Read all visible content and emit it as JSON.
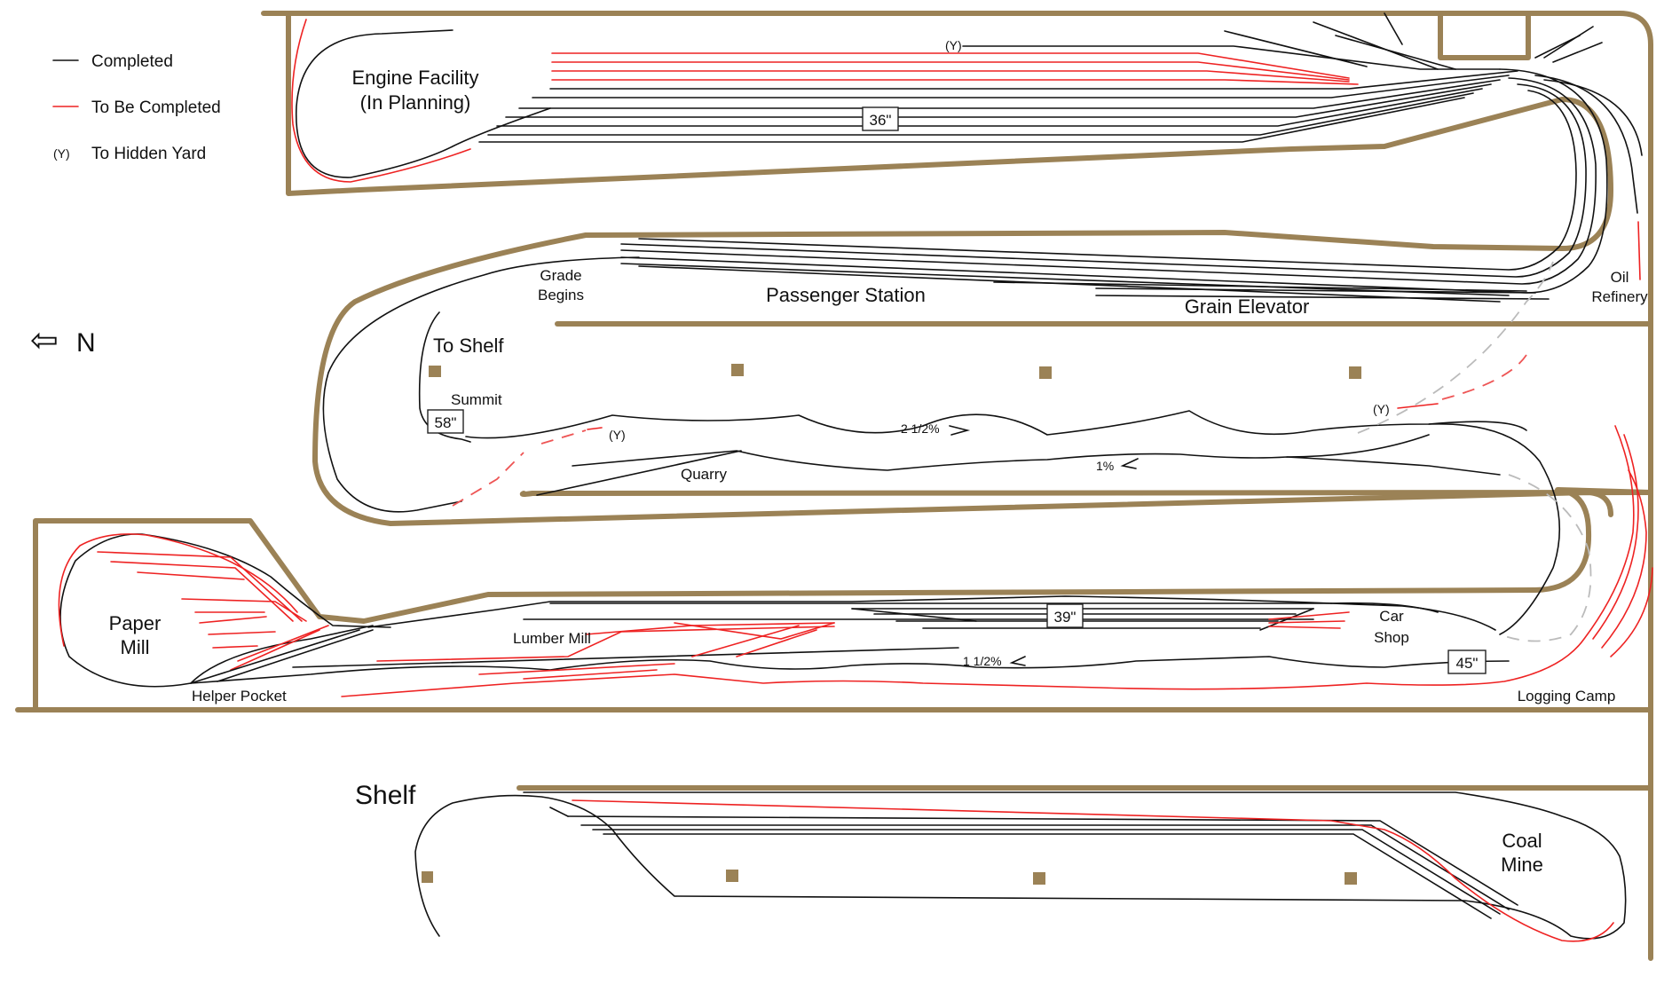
{
  "legend": {
    "completed": "Completed",
    "to_be_completed": "To Be Completed",
    "y_symbol": "(Y)",
    "to_hidden_yard": "To Hidden Yard",
    "completed_color": "#111111",
    "to_be_completed_color": "#ee2222",
    "benchwork_color": "#9b8256"
  },
  "compass": {
    "arrow": "⇦",
    "direction": "N"
  },
  "labels": {
    "engine_facility_1": "Engine Facility",
    "engine_facility_2": "(In Planning)",
    "grade_begins_1": "Grade",
    "grade_begins_2": "Begins",
    "passenger_station": "Passenger Station",
    "grain_elevator": "Grain Elevator",
    "oil_1": "Oil",
    "refinery": "Refinery",
    "to_shelf": "To Shelf",
    "summit": "Summit",
    "quarry": "Quarry",
    "paper_1": "Paper",
    "mill": "Mill",
    "lumber_mill": "Lumber Mill",
    "helper_pocket": "Helper Pocket",
    "car": "Car",
    "shop": "Shop",
    "logging_camp": "Logging Camp",
    "shelf": "Shelf",
    "coal": "Coal",
    "mine": "Mine"
  },
  "yard_markers": [
    "(Y)",
    "(Y)",
    "(Y)"
  ],
  "grades": {
    "upper": "2 1/2%",
    "middle": "1%",
    "lower": "1 1/2%"
  },
  "heights": {
    "h36": "36\"",
    "h58": "58\"",
    "h39": "39\"",
    "h45": "45\""
  }
}
